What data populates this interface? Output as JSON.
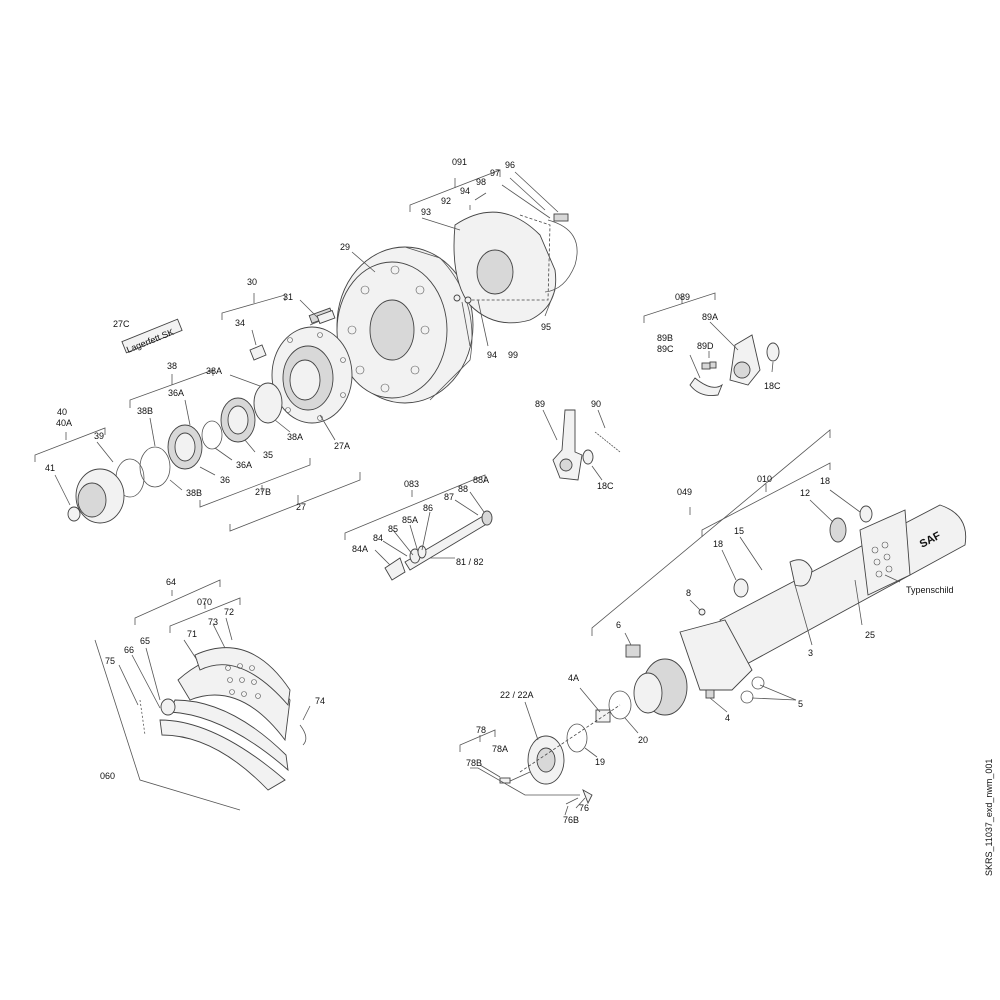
{
  "labels": {
    "l091": "091",
    "l96": "96",
    "l97": "97",
    "l98": "98",
    "l94a": "94",
    "l92": "92",
    "l93": "93",
    "l29": "29",
    "l95": "95",
    "l94b": "94",
    "l99": "99",
    "l30": "30",
    "l31": "31",
    "l34": "34",
    "l27C": "27C",
    "lager": "Lagerfett SK",
    "l38": "38",
    "l38A": "38A",
    "l38B": "38B",
    "l36A1": "36A",
    "l36A2": "36A",
    "l36": "36",
    "l35": "35",
    "l38A2": "38A",
    "l38B2": "38B",
    "l27A": "27A",
    "l27B": "27B",
    "l27": "27",
    "l40": "40",
    "l40A": "40A",
    "l39": "39",
    "l41": "41",
    "l089": "089",
    "l89B": "89B",
    "l89C": "89C",
    "l89A": "89A",
    "l89D": "89D",
    "l18C1": "18C",
    "l89": "89",
    "l90": "90",
    "l18C2": "18C",
    "l083": "083",
    "l88": "88",
    "l88A": "88A",
    "l87": "87",
    "l86": "86",
    "l85": "85",
    "l85A": "85A",
    "l84": "84",
    "l84A": "84A",
    "l8182": "81 / 82",
    "l049": "049",
    "l010": "010",
    "l18a": "18",
    "l12": "12",
    "l15": "15",
    "l18b": "18",
    "saf": "SAF",
    "typen": "Typenschild",
    "l25": "25",
    "l3": "3",
    "l8": "8",
    "l6": "6",
    "l4A": "4A",
    "l4": "4",
    "l5": "5",
    "l2222A": "22 / 22A",
    "l20": "20",
    "l19": "19",
    "l78": "78",
    "l78A": "78A",
    "l78B": "78B",
    "l76": "76",
    "l76B": "76B",
    "l64": "64",
    "l070": "070",
    "l72": "72",
    "l73": "73",
    "l71": "71",
    "l65": "65",
    "l66": "66",
    "l75": "75",
    "l74": "74",
    "l060": "060",
    "code": "SKRS_11037_exd_nwm_001"
  },
  "colors": {
    "line": "#555555",
    "part_fill": "#f2f2f2",
    "shade": "#d8d8d8"
  }
}
